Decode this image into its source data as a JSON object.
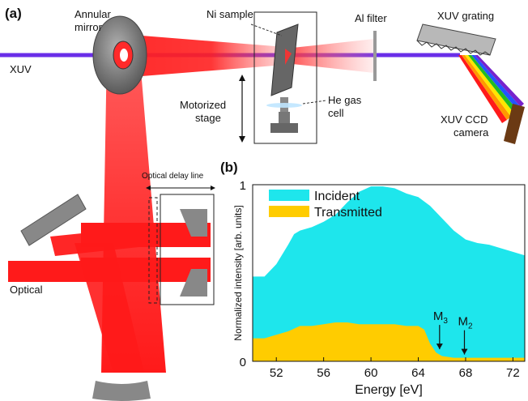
{
  "panel_a": {
    "tag": "(a)",
    "labels": {
      "annular_mirror_1": "Annular",
      "annular_mirror_2": "mirror",
      "xuv": "XUV",
      "ni_sample": "Ni sample",
      "al_filter": "Al filter",
      "xuv_grating": "XUV grating",
      "motorized_1": "Motorized",
      "motorized_2": "stage",
      "he_gas_1": "He gas",
      "he_gas_2": "cell",
      "ccd_1": "XUV CCD",
      "ccd_2": "camera",
      "optical_delay_line": "Optical delay line",
      "optical": "Optical"
    },
    "colors": {
      "xuv_beam": "#6a2ee8",
      "optical_beam": "#ff1a1a",
      "optics_gray": "#888888"
    }
  },
  "panel_b": {
    "tag": "(b)",
    "chart_data": {
      "type": "area",
      "xlabel": "Energy [eV]",
      "ylabel": "Normalized intensity [arb. units]",
      "xlim": [
        50,
        73
      ],
      "ylim": [
        0,
        1
      ],
      "xticks": [
        52,
        56,
        60,
        64,
        68,
        72
      ],
      "yticks": [
        0,
        1
      ],
      "legend_position": "top-left",
      "series": [
        {
          "name": "Incident",
          "color": "#1ee6ec",
          "x": [
            50,
            51,
            52,
            53,
            53.5,
            54,
            55,
            56,
            57,
            58,
            59,
            60,
            61,
            62,
            63,
            64,
            65,
            66,
            67,
            68,
            69,
            70,
            71,
            72,
            73
          ],
          "y": [
            0.48,
            0.48,
            0.55,
            0.66,
            0.72,
            0.74,
            0.76,
            0.79,
            0.83,
            0.9,
            0.96,
            0.99,
            0.99,
            0.98,
            0.95,
            0.93,
            0.88,
            0.81,
            0.74,
            0.69,
            0.67,
            0.66,
            0.64,
            0.62,
            0.6
          ]
        },
        {
          "name": "Transmitted",
          "color": "#ffcc00",
          "x": [
            50,
            51,
            52,
            53,
            54,
            55,
            56,
            57,
            58,
            59,
            60,
            61,
            62,
            63,
            64,
            64.5,
            65,
            65.5,
            66,
            67,
            68,
            69,
            70,
            71,
            72,
            73
          ],
          "y": [
            0.13,
            0.13,
            0.15,
            0.17,
            0.2,
            0.2,
            0.21,
            0.22,
            0.22,
            0.21,
            0.21,
            0.21,
            0.21,
            0.2,
            0.2,
            0.18,
            0.1,
            0.05,
            0.03,
            0.02,
            0.02,
            0.02,
            0.02,
            0.02,
            0.02,
            0.02
          ]
        }
      ],
      "annotations": [
        {
          "label": "M",
          "sub": "3",
          "x": 65.8,
          "y": 0.05
        },
        {
          "label": "M",
          "sub": "2",
          "x": 67.9,
          "y": 0.02
        }
      ]
    }
  }
}
